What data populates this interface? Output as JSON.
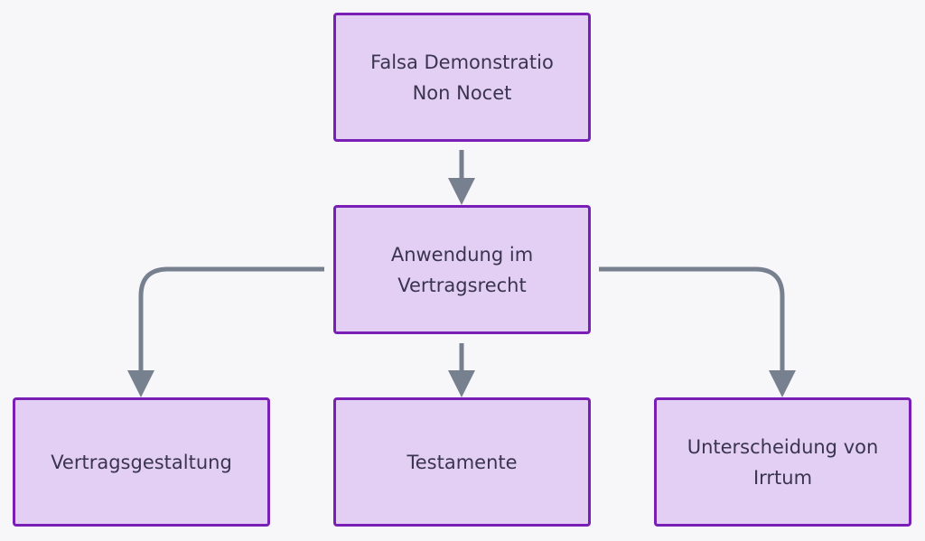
{
  "colors": {
    "node_fill": "#e3cff3",
    "node_border": "#7a1fb5",
    "edge": "#77808f",
    "text": "#3a3450",
    "background": "#f7f6f9"
  },
  "nodes": {
    "root": {
      "lines": [
        "Falsa Demonstratio",
        "Non Nocet"
      ]
    },
    "application": {
      "lines": [
        "Anwendung im",
        "Vertragsrecht"
      ]
    },
    "contract_drafting": {
      "lines": [
        "Vertragsgestaltung"
      ]
    },
    "wills": {
      "lines": [
        "Testamente"
      ]
    },
    "mistake": {
      "lines": [
        "Unterscheidung von",
        "Irrtum"
      ]
    }
  },
  "edges": [
    {
      "from": "root",
      "to": "application"
    },
    {
      "from": "application",
      "to": "contract_drafting"
    },
    {
      "from": "application",
      "to": "wills"
    },
    {
      "from": "application",
      "to": "mistake"
    }
  ]
}
